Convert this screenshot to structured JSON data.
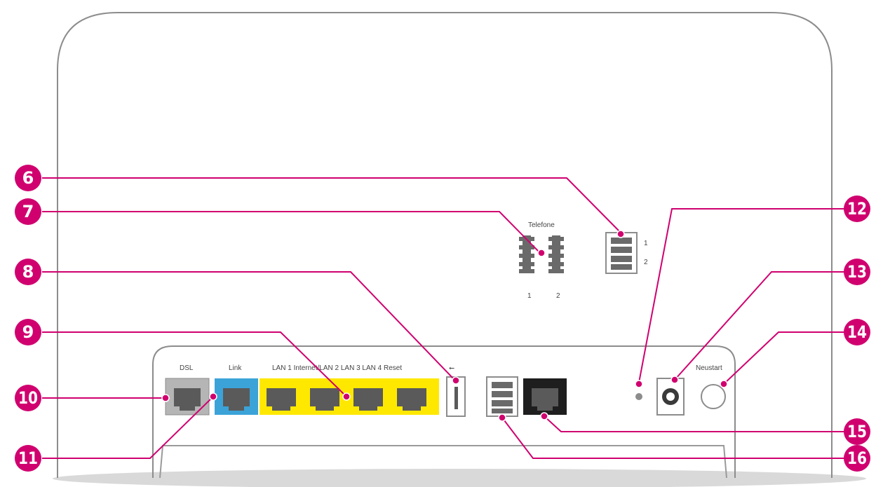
{
  "colors": {
    "accent": "#d0006f",
    "lan_yellow": "#ffe800",
    "link_blue": "#3ba3d8",
    "dsl_grey": "#b5b5b5",
    "port_dark": "#5a5a5a",
    "wan_black": "#1e1e1e",
    "outline": "#8c8c8c"
  },
  "labels": {
    "telefone": "Telefone",
    "tel_port_1": "1",
    "tel_port_2": "2",
    "isdn_1": "1",
    "isdn_2": "2",
    "dsl": "DSL",
    "link": "Link",
    "lan_group": "LAN 1 Internet/LAN 2 LAN 3 LAN 4 Reset",
    "usb_symbol": "⭠",
    "neustart": "Neustart"
  },
  "callouts": [
    {
      "id": "6",
      "label": "6",
      "target": "isdn-port"
    },
    {
      "id": "7",
      "label": "7",
      "target": "telefone-ports"
    },
    {
      "id": "8",
      "label": "8",
      "target": "usb-port"
    },
    {
      "id": "9",
      "label": "9",
      "target": "lan-ports"
    },
    {
      "id": "10",
      "label": "10",
      "target": "dsl-port"
    },
    {
      "id": "11",
      "label": "11",
      "target": "link-port"
    },
    {
      "id": "12",
      "label": "12",
      "target": "status-led"
    },
    {
      "id": "13",
      "label": "13",
      "target": "power-socket"
    },
    {
      "id": "14",
      "label": "14",
      "target": "restart-button"
    },
    {
      "id": "15",
      "label": "15",
      "target": "wan-port"
    },
    {
      "id": "16",
      "label": "16",
      "target": "isdn-port-2"
    }
  ]
}
